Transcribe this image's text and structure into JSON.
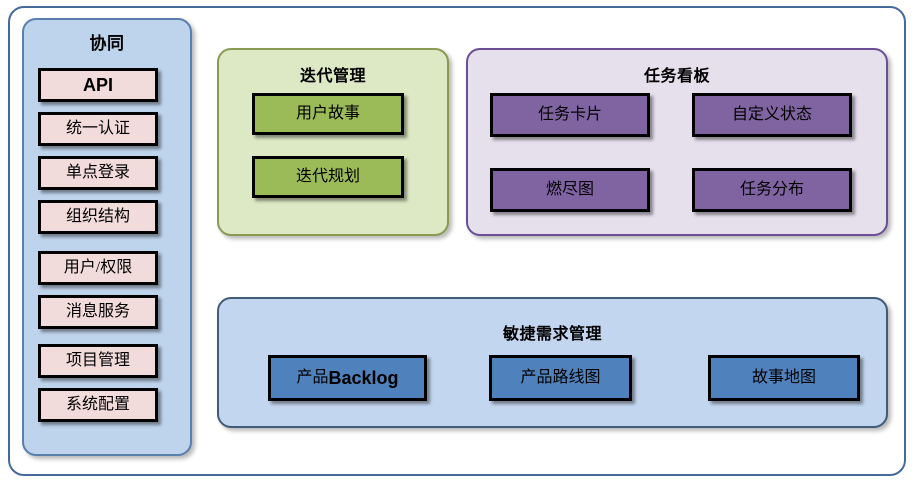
{
  "diagram": {
    "groups": {
      "collaboration": {
        "title": "协同",
        "items": [
          {
            "label": "API"
          },
          {
            "label": "统一认证"
          },
          {
            "label": "单点登录"
          },
          {
            "label": "组织结构"
          },
          {
            "label": "用户/权限"
          },
          {
            "label": "消息服务"
          },
          {
            "label": "项目管理"
          },
          {
            "label": "系统配置"
          }
        ]
      },
      "iteration": {
        "title": "迭代管理",
        "items": [
          {
            "label": "用户故事"
          },
          {
            "label": "迭代规划"
          }
        ]
      },
      "taskboard": {
        "title": "任务看板",
        "items": [
          {
            "label": "任务卡片"
          },
          {
            "label": "自定义状态"
          },
          {
            "label": "燃尽图"
          },
          {
            "label": "任务分布"
          }
        ]
      },
      "agile": {
        "title": "敏捷需求管理",
        "items": [
          {
            "label_prefix": "产品",
            "label_bold": "Backlog",
            "label": "产品Backlog"
          },
          {
            "label": "产品路线图"
          },
          {
            "label": "故事地图"
          }
        ]
      }
    },
    "colors": {
      "outer_frame_border": "#46699b",
      "collaboration_fill": "#bed3ec",
      "collaboration_border": "#5a7fae",
      "collaboration_item_fill": "#f2dcdb",
      "iteration_fill": "#dde8c4",
      "iteration_border": "#8b9a52",
      "iteration_item_fill": "#9bbb59",
      "taskboard_fill": "#e6e0ed",
      "taskboard_border": "#6b4f94",
      "taskboard_item_fill": "#8064a2",
      "agile_fill": "#c3d6ef",
      "agile_border": "#415b79",
      "agile_item_fill": "#4f81bd",
      "item_border": "#000000",
      "background": "#ffffff"
    }
  }
}
